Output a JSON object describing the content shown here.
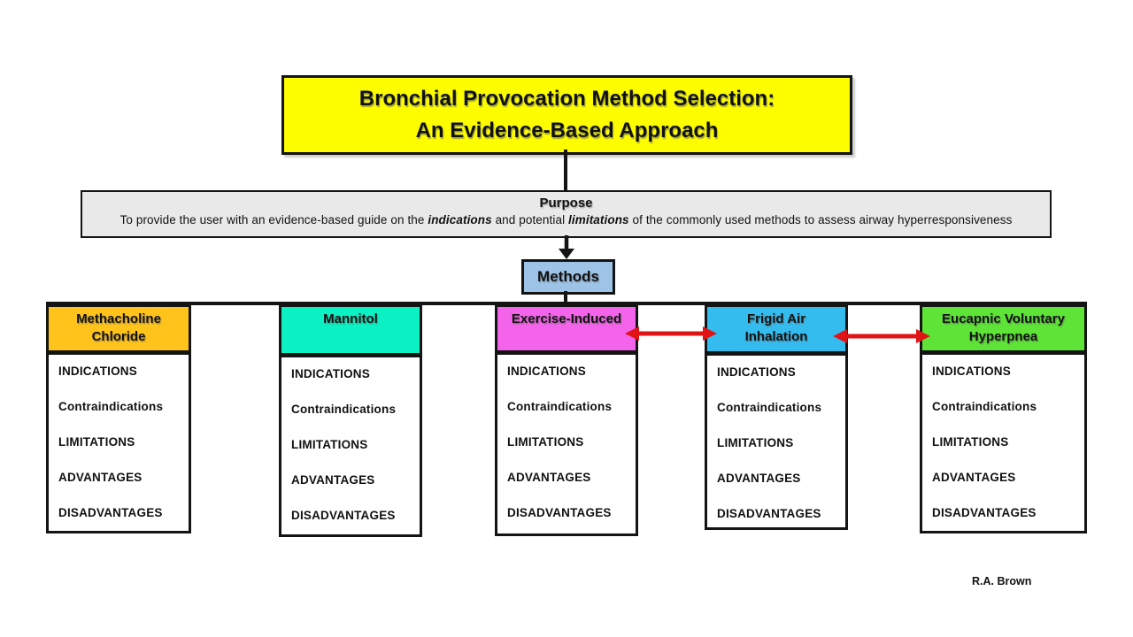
{
  "title": {
    "line1": "Bronchial Provocation Method Selection:",
    "line2": "An Evidence-Based Approach"
  },
  "purpose": {
    "heading": "Purpose",
    "part1": "To provide the user with an evidence-based guide on the ",
    "em1": "indications",
    "part2": " and potential ",
    "em2": "limitations",
    "part3": " of the commonly used methods to assess airway hyperresponsiveness"
  },
  "methods": {
    "label": "Methods"
  },
  "columns": [
    {
      "name": "Methacholine Chloride",
      "color": "#FFC31C",
      "lines": [
        "Methacholine",
        "Chloride"
      ],
      "items": [
        "INDICATIONS",
        "Contraindications",
        "LIMITATIONS",
        "ADVANTAGES",
        "DISADVANTAGES"
      ]
    },
    {
      "name": "Mannitol",
      "color": "#0BF1C4",
      "lines": [
        "Mannitol"
      ],
      "items": [
        "INDICATIONS",
        "Contraindications",
        "LIMITATIONS",
        "ADVANTAGES",
        "DISADVANTAGES"
      ]
    },
    {
      "name": "Exercise-Induced",
      "color": "#F464EA",
      "lines": [
        "Exercise-Induced"
      ],
      "items": [
        "INDICATIONS",
        "Contraindications",
        "LIMITATIONS",
        "ADVANTAGES",
        "DISADVANTAGES"
      ]
    },
    {
      "name": "Frigid Air Inhalation",
      "color": "#35BCEF",
      "lines": [
        "Frigid Air",
        "Inhalation"
      ],
      "items": [
        "INDICATIONS",
        "Contraindications",
        "LIMITATIONS",
        "ADVANTAGES",
        "DISADVANTAGES"
      ]
    },
    {
      "name": "Eucapnic Voluntary Hyperpnea",
      "color": "#5EE437",
      "lines": [
        "Eucapnic Voluntary",
        "Hyperpnea"
      ],
      "items": [
        "INDICATIONS",
        "Contraindications",
        "LIMITATIONS",
        "ADVANTAGES",
        "DISADVANTAGES"
      ]
    }
  ],
  "credit": "R.A. Brown",
  "colors": {
    "title_bg": "#FDFD00",
    "purpose_bg": "#E9E9E9",
    "methods_bg": "#9DC3E6",
    "connector": "#141414",
    "arrow_red": "#E01414"
  }
}
